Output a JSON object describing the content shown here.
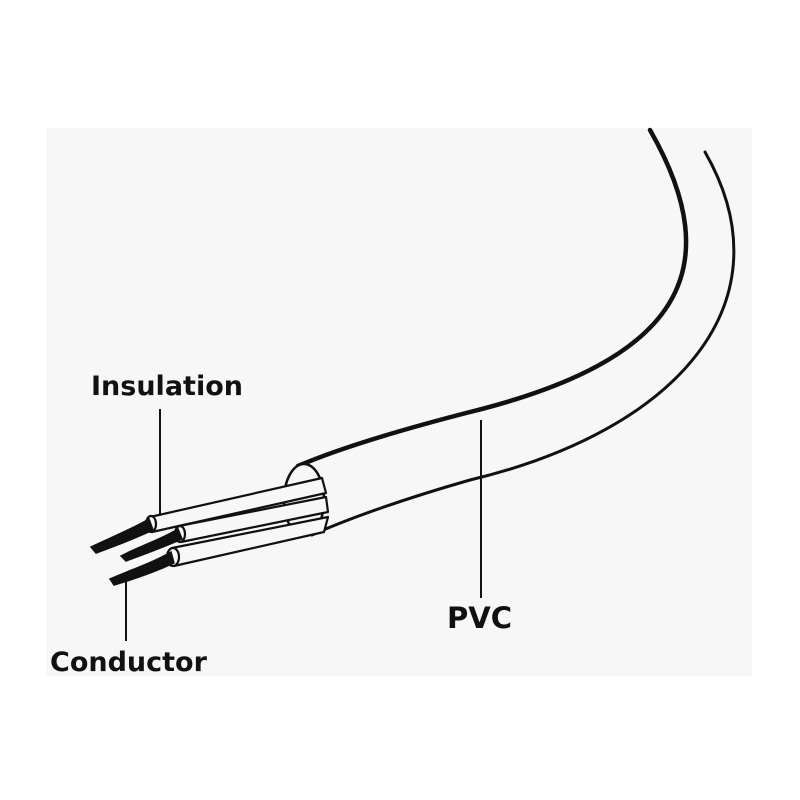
{
  "labels": {
    "insulation": "Insulation",
    "pvc": "PVC",
    "conductor": "Conductor"
  },
  "colors": {
    "stroke": "#111111",
    "fill": "#f7f7f7",
    "background": "#ffffff"
  }
}
